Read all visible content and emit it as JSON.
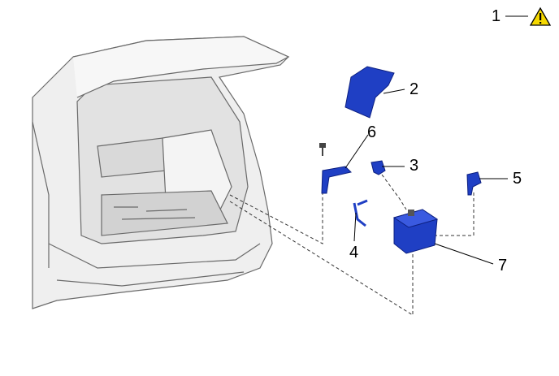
{
  "diagram": {
    "callouts": [
      {
        "id": "1",
        "label": "1",
        "meaning": "caution-symbol"
      },
      {
        "id": "2",
        "label": "2"
      },
      {
        "id": "3",
        "label": "3"
      },
      {
        "id": "4",
        "label": "4"
      },
      {
        "id": "5",
        "label": "5"
      },
      {
        "id": "6",
        "label": "6"
      },
      {
        "id": "7",
        "label": "7"
      }
    ],
    "icons": {
      "caution": "warning-triangle-icon"
    },
    "colors": {
      "part_blue": "#1f3fc4",
      "warning_yellow": "#f5d800",
      "car_line": "#6a6a6a"
    }
  }
}
